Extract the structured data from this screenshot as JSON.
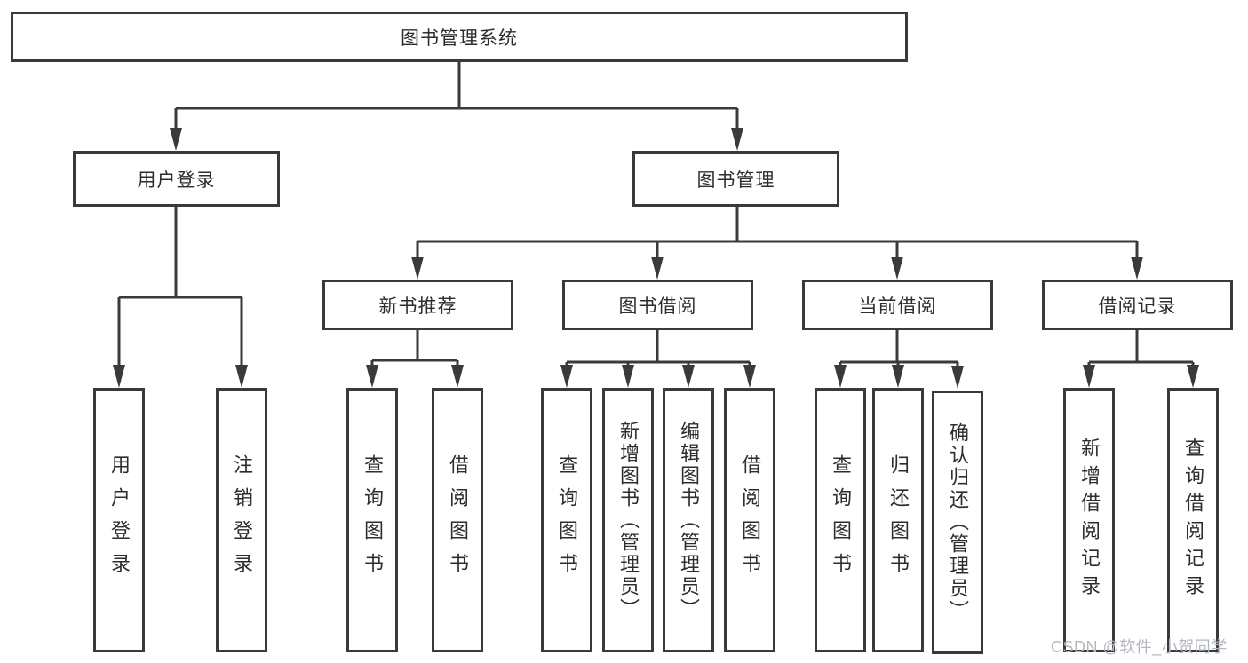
{
  "diagram": {
    "root": {
      "label": "图书管理系统"
    },
    "branches": [
      {
        "label": "用户登录",
        "children": [
          "用户登录",
          "注销登录"
        ]
      },
      {
        "label": "图书管理",
        "modules": [
          {
            "label": "新书推荐",
            "children": [
              "查询图书",
              "借阅图书"
            ]
          },
          {
            "label": "图书借阅",
            "children": [
              "查询图书",
              "新增图书（管理员）",
              "编辑图书（管理员）",
              "借阅图书"
            ]
          },
          {
            "label": "当前借阅",
            "children": [
              "查询图书",
              "归还图书",
              "确认归还（管理员）"
            ]
          },
          {
            "label": "借阅记录",
            "children": [
              "新增借阅记录",
              "查询借阅记录"
            ]
          }
        ]
      }
    ]
  },
  "watermark": {
    "text": "CSDN @软件_小贺同学"
  },
  "colors": {
    "line": "#3a3a3a",
    "border": "#3a3a3a",
    "text": "#2d2d2d",
    "background": "#ffffff",
    "watermark": "#b3b7bf"
  }
}
